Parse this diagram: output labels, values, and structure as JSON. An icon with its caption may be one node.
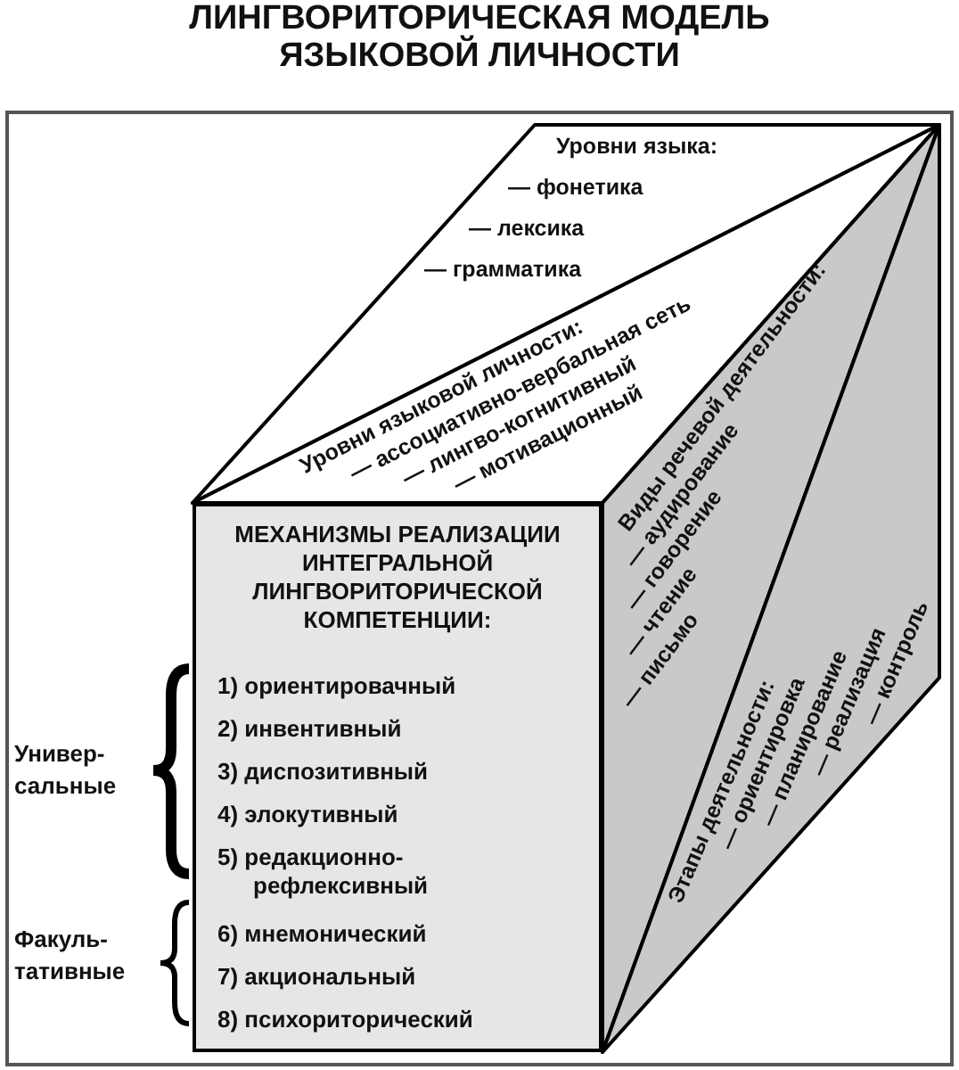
{
  "diagram": {
    "title": "ЛИНГВОРИТОРИЧЕСКАЯ МОДЕЛЬ ЯЗЫКОВОЙ ЛИЧНОСТИ",
    "nodes": [
      {
        "text": [
          "Уровни языка:",
          "— фонетика",
          "— лексика",
          "— грамматика"
        ]
      },
      {
        "text": [
          "Уровни языковой личности:",
          "— ассоциативно-вербальная сеть",
          "— лингво-когнитивный",
          "— мотивационный"
        ]
      },
      {
        "text": [
          "Виды речевой деятельности:",
          "— аудирование",
          "— говорение",
          "— чтение",
          "— письмо"
        ]
      },
      {
        "text": [
          "Этапы деятельности:",
          "— ориентировка",
          "— планирование",
          "— реализация",
          "— контроль"
        ]
      },
      {
        "text": [
          "МЕХАНИЗМЫ РЕАЛИЗАЦИИ ИНТЕГРАЛЬНОЙ ЛИНГВОРИТОРИЧЕСКОЙ КОМПЕТЕНЦИИ:",
          "1) ориентировачный",
          "2) инвентивный",
          "3) диспозитивный",
          "4) элокутивный",
          "5) редакционно-рефлексивный",
          "6) мнемонический",
          "7) акциональный",
          "8) психориторический"
        ]
      }
    ],
    "labels": [
      "Универ- сальные",
      "Факуль- тативные"
    ]
  }
}
